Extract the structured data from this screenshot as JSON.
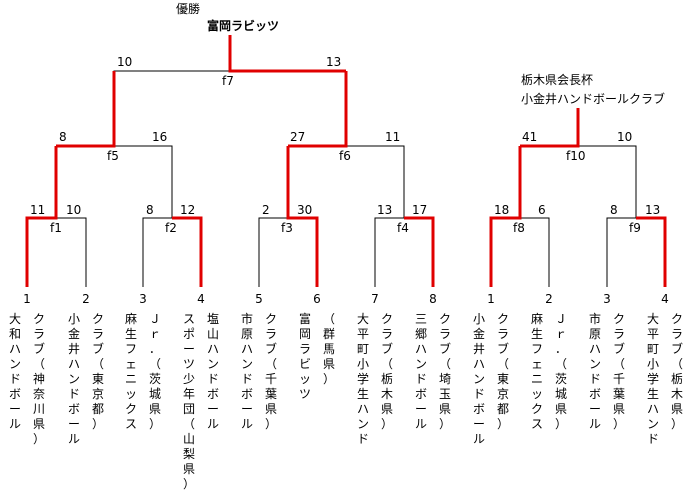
{
  "champion_label": "優勝",
  "champion": "富岡ラビッツ",
  "special_award": {
    "line1": "栃木県会長杯",
    "line2": "小金井ハンドボールクラブ"
  },
  "colors": {
    "win": "#e00000",
    "line": "#000000"
  },
  "group_a": {
    "teams": [
      {
        "seed": "1",
        "col1": "大和ハンドボール",
        "col2": "クラブ（神奈川県）"
      },
      {
        "seed": "2",
        "col1": "小金井ハンドボール",
        "col2": "クラブ（東京都）"
      },
      {
        "seed": "3",
        "col1": "麻生フェニックス",
        "col2": "Ｊｒ．（茨城県）"
      },
      {
        "seed": "4",
        "col1": "スポーツ少年団（山梨県）",
        "col2": "塩山ハンドボール"
      },
      {
        "seed": "5",
        "col1": "市原ハンドボール",
        "col2": "クラブ（千葉県）"
      },
      {
        "seed": "6",
        "col1": "富岡ラビッツ",
        "col2": "（群馬県）"
      },
      {
        "seed": "7",
        "col1": "大平町小学生ハンド",
        "col2": "クラブ（栃木県）"
      },
      {
        "seed": "8",
        "col1": "三郷ハンドボール",
        "col2": "クラブ（埼玉県）"
      }
    ],
    "matches": [
      {
        "id": "f1",
        "left_score": "11",
        "right_score": "10"
      },
      {
        "id": "f2",
        "left_score": "8",
        "right_score": "12"
      },
      {
        "id": "f3",
        "left_score": "2",
        "right_score": "30"
      },
      {
        "id": "f4",
        "left_score": "13",
        "right_score": "17"
      },
      {
        "id": "f5",
        "left_score": "8",
        "right_score": "16"
      },
      {
        "id": "f6",
        "left_score": "27",
        "right_score": "11"
      },
      {
        "id": "f7",
        "left_score": "10",
        "right_score": "13"
      }
    ]
  },
  "group_b": {
    "teams": [
      {
        "seed": "1",
        "col1": "小金井ハンドボール",
        "col2": "クラブ（東京都）"
      },
      {
        "seed": "2",
        "col1": "麻生フェニックス",
        "col2": "Ｊｒ．（茨城県）"
      },
      {
        "seed": "3",
        "col1": "市原ハンドボール",
        "col2": "クラブ（千葉県）"
      },
      {
        "seed": "4",
        "col1": "大平町小学生ハンド",
        "col2": "クラブ（栃木県）"
      }
    ],
    "matches": [
      {
        "id": "f8",
        "left_score": "18",
        "right_score": "6"
      },
      {
        "id": "f9",
        "left_score": "8",
        "right_score": "13"
      },
      {
        "id": "f10",
        "left_score": "41",
        "right_score": "10"
      }
    ]
  }
}
